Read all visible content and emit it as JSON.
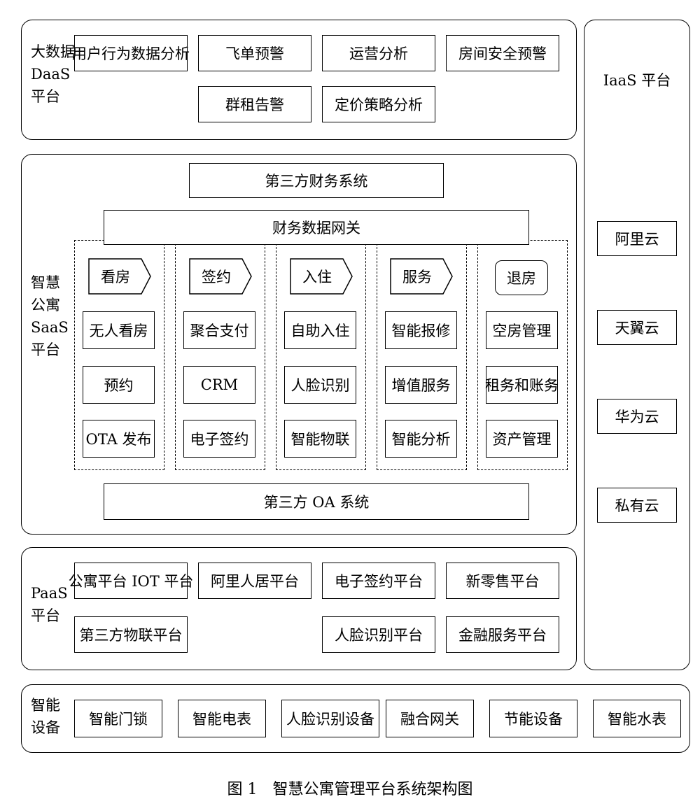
{
  "daas": {
    "label": [
      "大数据",
      "DaaS",
      "平台"
    ],
    "items": [
      "用户行为数据分析",
      "飞单预警",
      "运营分析",
      "房间安全预警",
      "群租告警",
      "定价策略分析"
    ]
  },
  "saas": {
    "label": [
      "智慧",
      "公寓",
      "SaaS",
      "平台"
    ],
    "top_system": "第三方财务系统",
    "gateway": "财务数据网关",
    "bottom_system": "第三方 OA 系统",
    "columns": [
      {
        "header": "看房",
        "items": [
          "无人看房",
          "预约",
          "OTA 发布"
        ]
      },
      {
        "header": "签约",
        "items": [
          "聚合支付",
          "CRM",
          "电子签约"
        ]
      },
      {
        "header": "入住",
        "items": [
          "自助入住",
          "人脸识别",
          "智能物联"
        ]
      },
      {
        "header": "服务",
        "items": [
          "智能报修",
          "增值服务",
          "智能分析"
        ]
      },
      {
        "header": "退房",
        "items": [
          "空房管理",
          "租务和账务",
          "资产管理"
        ]
      }
    ]
  },
  "paas": {
    "label": [
      "PaaS",
      "平台"
    ],
    "items": [
      "公寓平台 IOT 平台",
      "阿里人居平台",
      "电子签约平台",
      "新零售平台",
      "第三方物联平台",
      "人脸识别平台",
      "金融服务平台"
    ]
  },
  "iaas": {
    "title": "IaaS 平台",
    "items": [
      "阿里云",
      "天翼云",
      "华为云",
      "私有云"
    ]
  },
  "devices": {
    "label": [
      "智能",
      "设备"
    ],
    "items": [
      "智能门锁",
      "智能电表",
      "人脸识别设备",
      "融合网关",
      "节能设备",
      "智能水表"
    ]
  },
  "caption": "图 1　智慧公寓管理平台系统架构图"
}
